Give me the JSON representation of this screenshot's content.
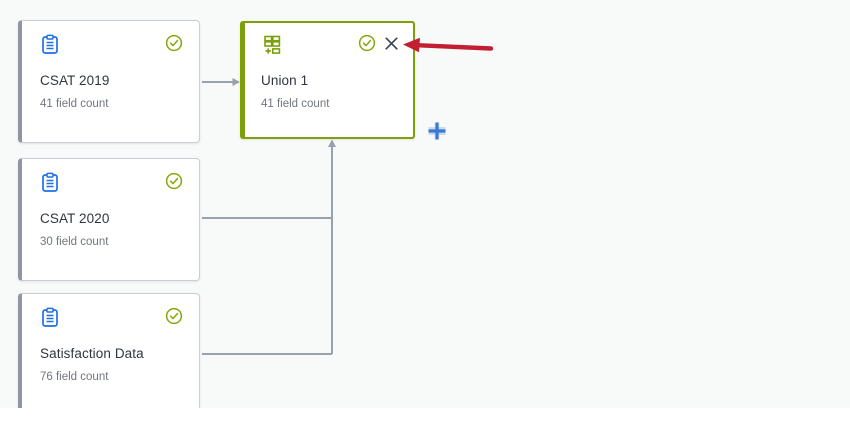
{
  "app": {
    "name": "data-flow-canvas"
  },
  "nodes": [
    {
      "id": "csat-2019",
      "type": "source",
      "title": "CSAT 2019",
      "subtitle": "41 field count",
      "icon": "clipboard-icon",
      "status_icon": "check-circle-icon"
    },
    {
      "id": "csat-2020",
      "type": "source",
      "title": "CSAT 2020",
      "subtitle": "30 field count",
      "icon": "clipboard-icon",
      "status_icon": "check-circle-icon"
    },
    {
      "id": "satisfaction-data",
      "type": "source",
      "title": "Satisfaction Data",
      "subtitle": "76 field count",
      "icon": "clipboard-icon",
      "status_icon": "check-circle-icon"
    },
    {
      "id": "union-1",
      "type": "union",
      "title": "Union 1",
      "subtitle": "41 field count",
      "icon": "union-table-icon",
      "status_icon": "check-circle-icon",
      "close_icon": "close-icon"
    }
  ],
  "add_button": {
    "icon": "plus-icon"
  },
  "annotation": {
    "type": "red-arrow",
    "target": "union-close-icon",
    "color": "#c21f33"
  },
  "colors": {
    "canvas_bg": "#f8f9f9",
    "card_bg": "#ffffff",
    "card_border": "#c9ced5",
    "card_accent_gray": "#8e96a3",
    "union_green": "#7ba00a",
    "clipboard_blue": "#1f6fe8",
    "check_green": "#84a80b",
    "close_gray": "#3a404d",
    "connector_gray": "#98a0ac",
    "plus_blue": "#3b78d1",
    "annotation_red": "#c21f33",
    "title_text": "#2f3540",
    "subtitle_text": "#70767f"
  }
}
